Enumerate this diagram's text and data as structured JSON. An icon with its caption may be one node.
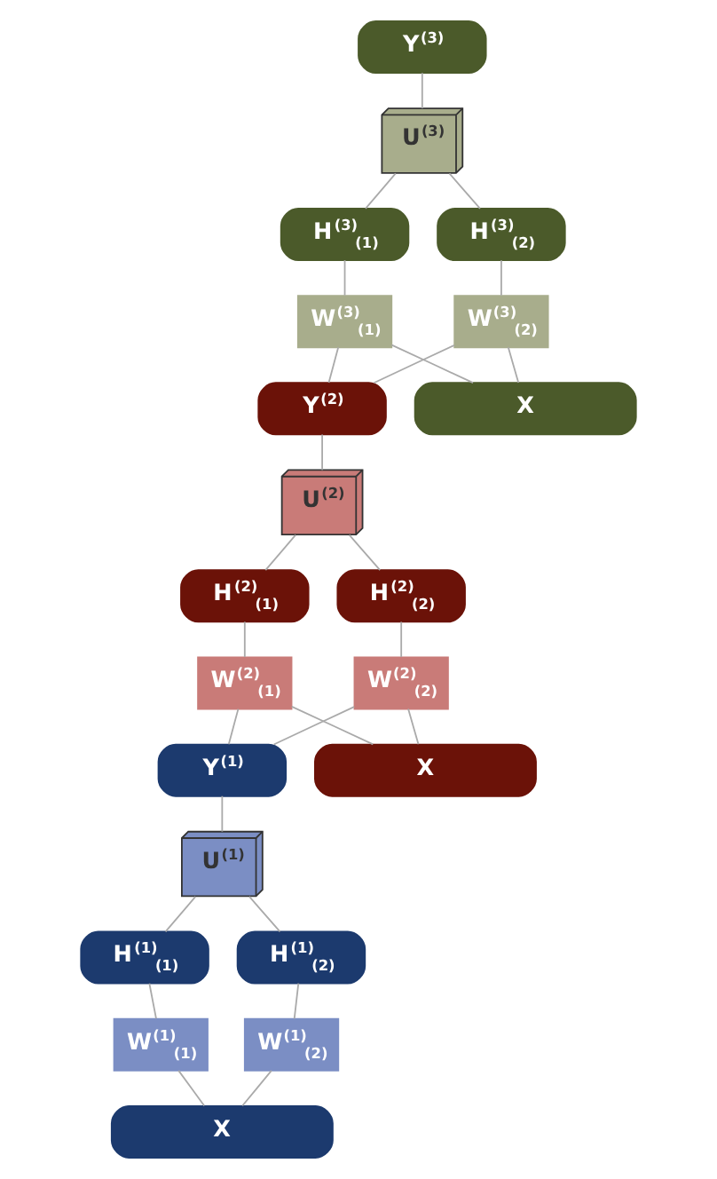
{
  "diagram": {
    "nodes": [
      {
        "text": [
          "Y$^{(3)}$"
        ]
      },
      {
        "text": [
          "U$^{(3)}$"
        ]
      },
      {
        "text": [
          "H$^{(3)}$$_{(1)}$"
        ]
      },
      {
        "text": [
          "H$^{(3)}$$_{(2)}$"
        ]
      },
      {
        "text": [
          "W$^{(3)}$$_{(1)}$"
        ]
      },
      {
        "text": [
          "W$^{(3)}$$_{(2)}$"
        ]
      },
      {
        "text": [
          "Y$^{(2)}$"
        ]
      },
      {
        "text": [
          "X"
        ]
      },
      {
        "text": [
          "U$^{(2)}$"
        ]
      },
      {
        "text": [
          "H$^{(2)}$$_{(1)}$"
        ]
      },
      {
        "text": [
          "H$^{(2)}$$_{(2)}$"
        ]
      },
      {
        "text": [
          "W$^{(2)}$$_{(1)}$"
        ]
      },
      {
        "text": [
          "W$^{(2)}$$_{(2)}$"
        ]
      },
      {
        "text": [
          "Y$^{(1)}$"
        ]
      },
      {
        "text": [
          "X"
        ]
      },
      {
        "text": [
          "U$^{(1)}$"
        ]
      },
      {
        "text": [
          "H$^{(1)}$$_{(1)}$"
        ]
      },
      {
        "text": [
          "H$^{(1)}$$_{(2)}$"
        ]
      },
      {
        "text": [
          "W$^{(1)}$$_{(1)}$"
        ]
      },
      {
        "text": [
          "W$^{(1)}$$_{(2)}$"
        ]
      },
      {
        "text": [
          "X"
        ]
      }
    ],
    "edges": [
      {
        "from": 0,
        "to": 1,
        "arrow": "none"
      },
      {
        "from": 1,
        "to": 2,
        "arrow": "none"
      },
      {
        "from": 1,
        "to": 3,
        "arrow": "none"
      },
      {
        "from": 2,
        "to": 4,
        "arrow": "none"
      },
      {
        "from": 3,
        "to": 5,
        "arrow": "none"
      },
      {
        "from": 4,
        "to": 6,
        "arrow": "none"
      },
      {
        "from": 4,
        "to": 7,
        "arrow": "none"
      },
      {
        "from": 5,
        "to": 6,
        "arrow": "none"
      },
      {
        "from": 5,
        "to": 7,
        "arrow": "none"
      },
      {
        "from": 6,
        "to": 8,
        "arrow": "none"
      },
      {
        "from": 8,
        "to": 9,
        "arrow": "none"
      },
      {
        "from": 8,
        "to": 10,
        "arrow": "none"
      },
      {
        "from": 9,
        "to": 11,
        "arrow": "none"
      },
      {
        "from": 10,
        "to": 12,
        "arrow": "none"
      },
      {
        "from": 11,
        "to": 13,
        "arrow": "none"
      },
      {
        "from": 11,
        "to": 14,
        "arrow": "none"
      },
      {
        "from": 12,
        "to": 13,
        "arrow": "none"
      },
      {
        "from": 12,
        "to": 14,
        "arrow": "none"
      },
      {
        "from": 13,
        "to": 15,
        "arrow": "none"
      },
      {
        "from": 15,
        "to": 16,
        "arrow": "none"
      },
      {
        "from": 15,
        "to": 17,
        "arrow": "none"
      },
      {
        "from": 16,
        "to": 18,
        "arrow": "none"
      },
      {
        "from": 17,
        "to": 19,
        "arrow": "none"
      },
      {
        "from": 18,
        "to": 20,
        "arrow": "none"
      },
      {
        "from": 19,
        "to": 20,
        "arrow": "none"
      }
    ]
  }
}
